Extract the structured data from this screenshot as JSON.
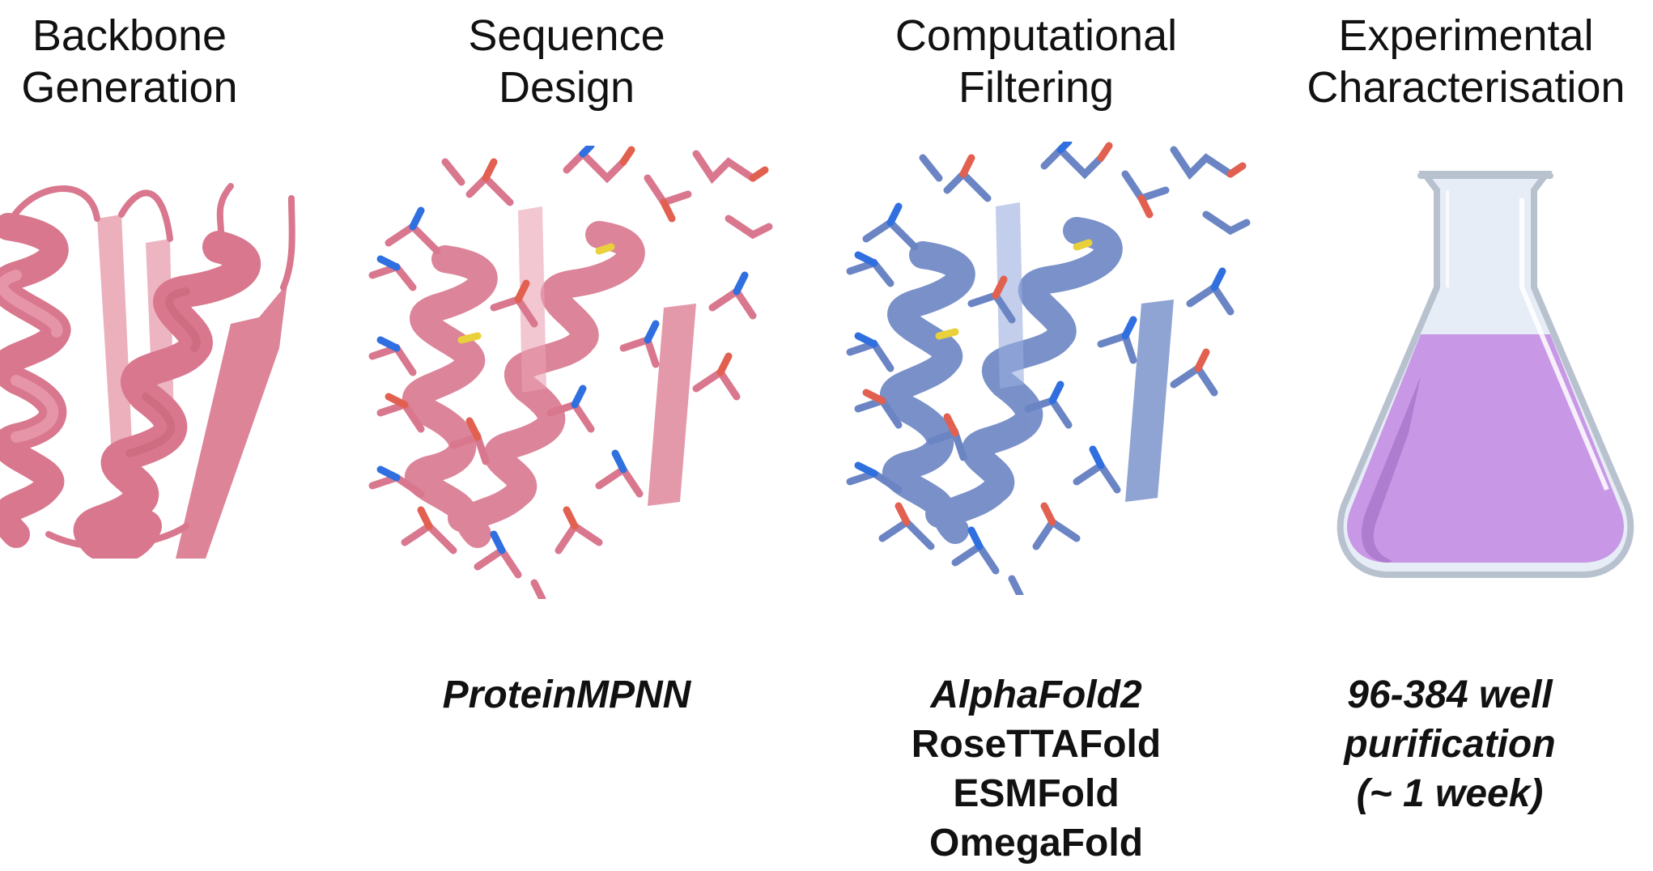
{
  "stages": [
    {
      "heading_line1": "Backbone",
      "heading_line2": "Generation",
      "captions": []
    },
    {
      "heading_line1": "Sequence",
      "heading_line2": "Design",
      "captions": [
        "ProteinMPNN"
      ]
    },
    {
      "heading_line1": "Computational",
      "heading_line2": "Filtering",
      "captions": [
        "AlphaFold2",
        "RoseTTAFold",
        "ESMFold",
        "OmegaFold"
      ]
    },
    {
      "heading_line1": "Experimental",
      "heading_line2": "Characterisation",
      "captions": [
        "96-384 well",
        "purification",
        "(~ 1 week)"
      ]
    }
  ],
  "colors": {
    "protein_pink": "#d9778e",
    "protein_pink_light": "#e9a2b2",
    "protein_blue": "#6b85c4",
    "protein_blue_light": "#9aaedd",
    "atom_red": "#e2604f",
    "atom_blue": "#2f6fe0",
    "atom_yellow": "#e8d13a",
    "flask_liquid": "#c898e6",
    "flask_liquid_dark": "#a877c9",
    "flask_glass": "#e7edf6",
    "flask_outline": "#b8c2cf"
  },
  "icons": [
    "protein-backbone-icon",
    "designed-protein-icon",
    "filtered-protein-icon",
    "erlenmeyer-flask-icon"
  ]
}
